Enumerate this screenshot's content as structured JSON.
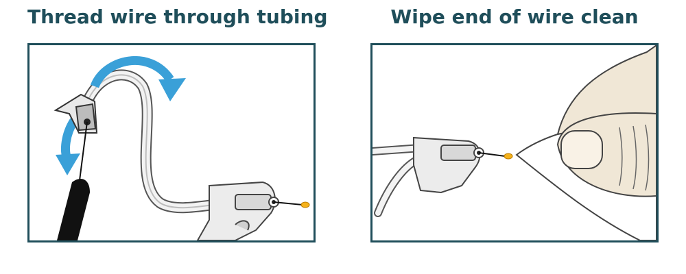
{
  "panels": [
    {
      "title": "Thread wire through tubing",
      "accent_color": "#3aa0d8",
      "frame_color": "#1f4e5a",
      "wax_color": "#f5b21c",
      "icons": [
        "curved-arrow-icon",
        "curved-arrow-icon",
        "tubing",
        "dome-tip",
        "ear-piece",
        "threader-wire",
        "handle"
      ]
    },
    {
      "title": "Wipe end of wire clean",
      "frame_color": "#1f4e5a",
      "skin_color": "#f0e7d6",
      "wax_color": "#f5b21c",
      "icons": [
        "ear-piece",
        "threader-wire",
        "tissue",
        "thumb",
        "finger"
      ]
    }
  ]
}
